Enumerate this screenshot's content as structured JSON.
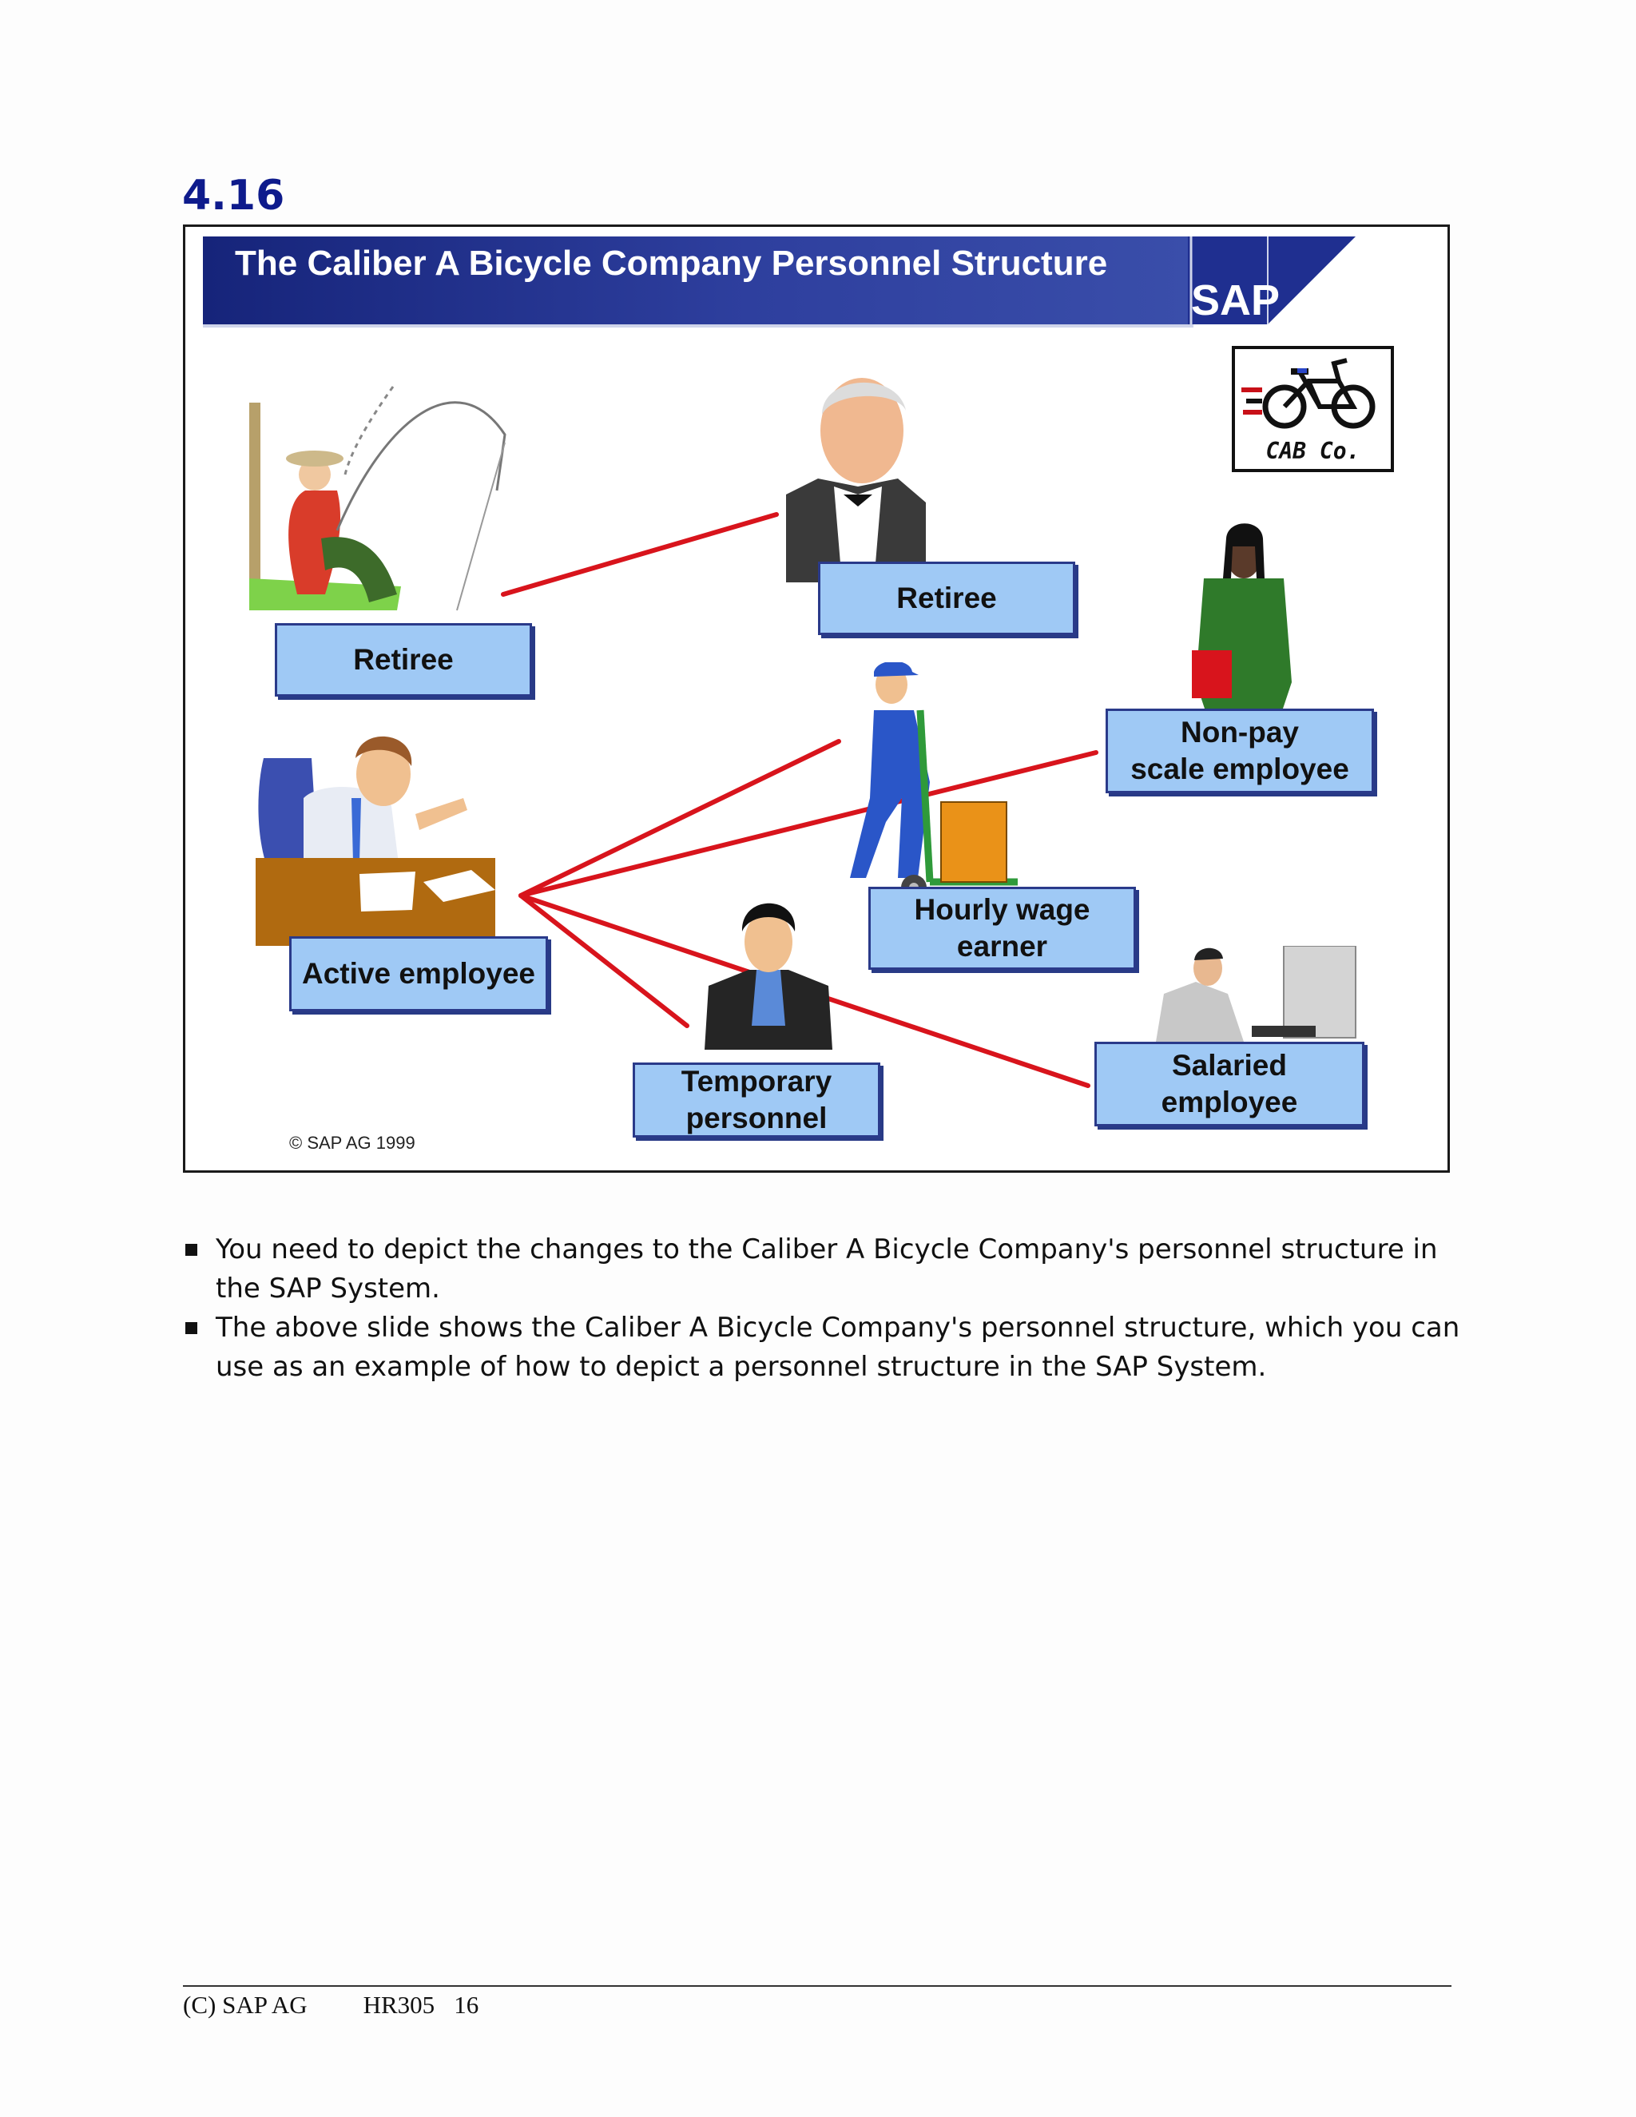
{
  "section_number": "4.16",
  "slide": {
    "title": "The Caliber A Bicycle Company Personnel Structure",
    "logo_text": "SAP",
    "company_logo_text": "CAB Co.",
    "copyright": "© SAP AG 1999",
    "labels": {
      "retiree_left": "Retiree",
      "retiree_right": "Retiree",
      "non_pay_scale": "Non-pay\nscale employee",
      "active_employee": "Active employee",
      "hourly_wage": "Hourly wage\nearner",
      "temporary": "Temporary\npersonnel",
      "salaried": "Salaried\nemployee"
    },
    "colors": {
      "title_bar": "#16247a",
      "label_fill": "#9fc9f5",
      "connector": "#d8141c",
      "section_number": "#0e1b8c"
    }
  },
  "bullets": [
    "You need to depict the changes to the Caliber A Bicycle Company's personnel structure in the SAP System.",
    "The above slide shows the Caliber A Bicycle Company's personnel structure, which you can use as an example of how to depict a personnel structure in the SAP System."
  ],
  "footer": {
    "company": "(C) SAP AG",
    "course": "HR305",
    "page": "16"
  }
}
